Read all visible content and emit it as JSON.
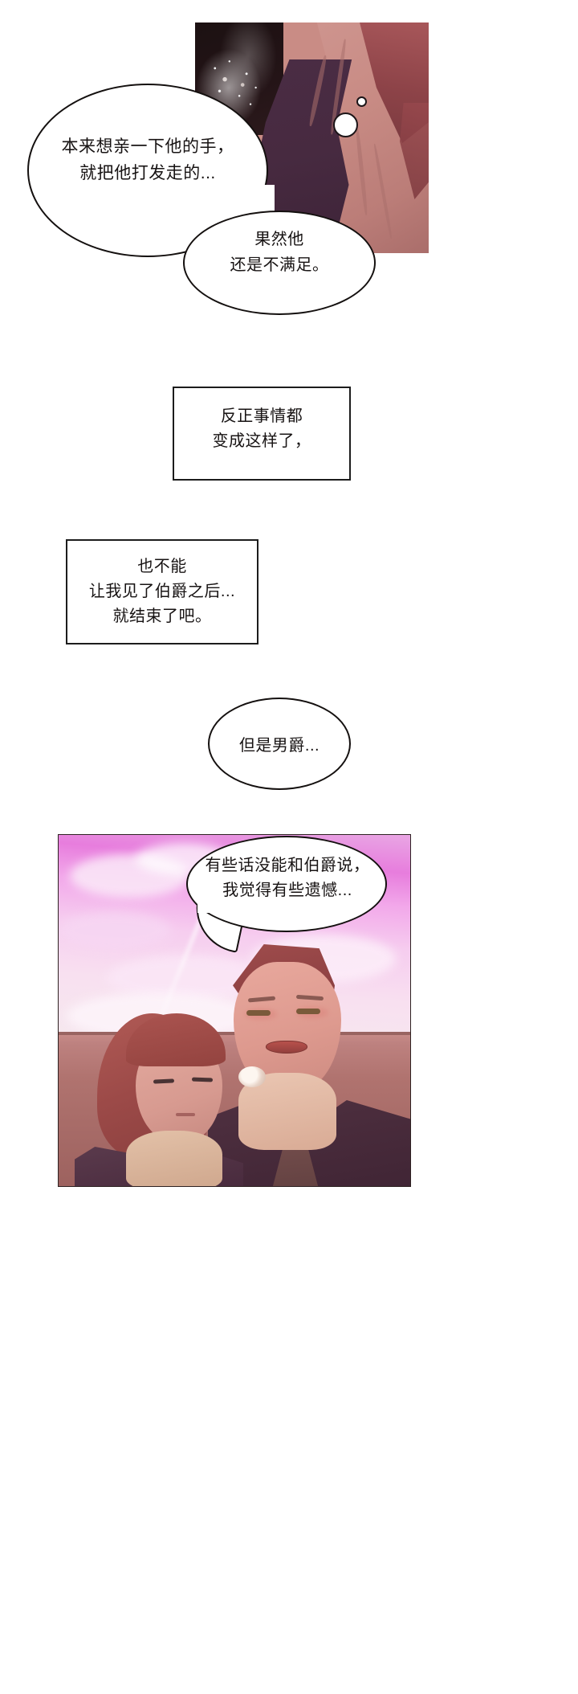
{
  "comic": {
    "page_background": "#ffffff",
    "panels": [
      {
        "name": "panel-top",
        "description": "close-up of a figure in a purple cloak with reddish hair against a dark sparkling background",
        "colors": {
          "cloak": "#472a40",
          "skin": "#c88b84",
          "hair": "#8d4348",
          "dark_bg": "#241417"
        }
      },
      {
        "name": "panel-bottom",
        "description": "two men in period dress against a pink sunset sky and a dusty-rose wall",
        "colors": {
          "sky": "#e77ddd",
          "wall": "#b0736f",
          "hair": "#9c4a48",
          "coat": "#47293c",
          "cravat": "#e3c1a8"
        }
      }
    ],
    "balloons": [
      {
        "id": "bubble-1",
        "shape": "ellipse-with-tail",
        "lines": [
          "本来想亲一下他的手，",
          "就把他打发走的..."
        ]
      },
      {
        "id": "bubble-2",
        "shape": "ellipse",
        "lines": [
          "果然他",
          "还是不满足。"
        ]
      },
      {
        "id": "caption-box-1",
        "shape": "rectangle",
        "lines": [
          "反正事情都",
          "变成这样了，"
        ]
      },
      {
        "id": "caption-box-2",
        "shape": "rectangle",
        "lines": [
          "也不能",
          "让我见了伯爵之后...",
          "就结束了吧。"
        ]
      },
      {
        "id": "bubble-3",
        "shape": "ellipse",
        "lines": [
          "但是男爵..."
        ]
      },
      {
        "id": "bubble-4",
        "shape": "ellipse-with-tail",
        "lines": [
          "有些话没能和伯爵说，",
          "我觉得有些遗憾..."
        ]
      }
    ],
    "text": {
      "bubble1_line1": "本来想亲一下他的手，",
      "bubble1_line2": "就把他打发走的...",
      "bubble2_line1": "果然他",
      "bubble2_line2": "还是不满足。",
      "box1_line1": "反正事情都",
      "box1_line2": "变成这样了，",
      "box2_line1": "也不能",
      "box2_line2": "让我见了伯爵之后...",
      "box2_line3": "就结束了吧。",
      "bubble3_line1": "但是男爵...",
      "bubble4_line1": "有些话没能和伯爵说，",
      "bubble4_line2": "我觉得有些遗憾..."
    }
  }
}
